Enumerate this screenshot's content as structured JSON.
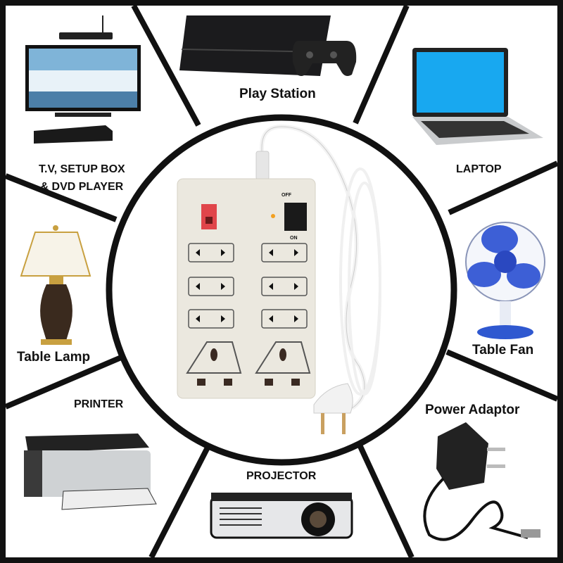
{
  "labels": {
    "tv": [
      "T.V, SETUP BOX",
      "& DVD PLAYER"
    ],
    "playstation": "Play Station",
    "laptop": "LAPTOP",
    "table_lamp": "Table Lamp",
    "table_fan": "Table Fan",
    "printer": "PRINTER",
    "power_adaptor": "Power Adaptor",
    "projector": "PROJECTOR"
  },
  "switch": {
    "off": "OFF",
    "on": "ON"
  },
  "colors": {
    "frame": "#111111",
    "strip": "#ebe8df",
    "neon": "#e0454a",
    "laptop_screen": "#18a8f0",
    "fan_blade": "#3d5fd6"
  }
}
